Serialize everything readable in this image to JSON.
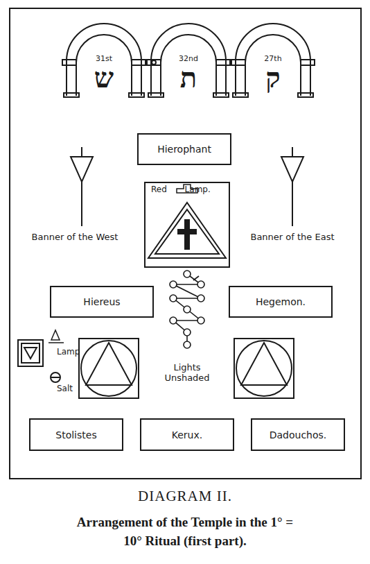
{
  "diagram": {
    "title": "DIAGRAM II.",
    "caption": "Arrangement of the Temple in the 1° = 10° Ritual (first part).",
    "nodes": [
      {
        "text": [
          "Hierophant"
        ]
      },
      {
        "text": [
          "Red Lamp."
        ]
      },
      {
        "text": [
          "Hiereus"
        ]
      },
      {
        "text": [
          "Hegemon."
        ]
      },
      {
        "text": [
          "Stolistes"
        ]
      },
      {
        "text": [
          "Kerux."
        ]
      },
      {
        "text": [
          "Dadouchos."
        ]
      }
    ],
    "labels": [
      "31st",
      "ש",
      "32nd",
      "ת",
      "27th",
      "ק",
      "Banner of the West",
      "Banner of the East",
      "Lamp",
      "Salt",
      "Lights Unshaded"
    ]
  }
}
